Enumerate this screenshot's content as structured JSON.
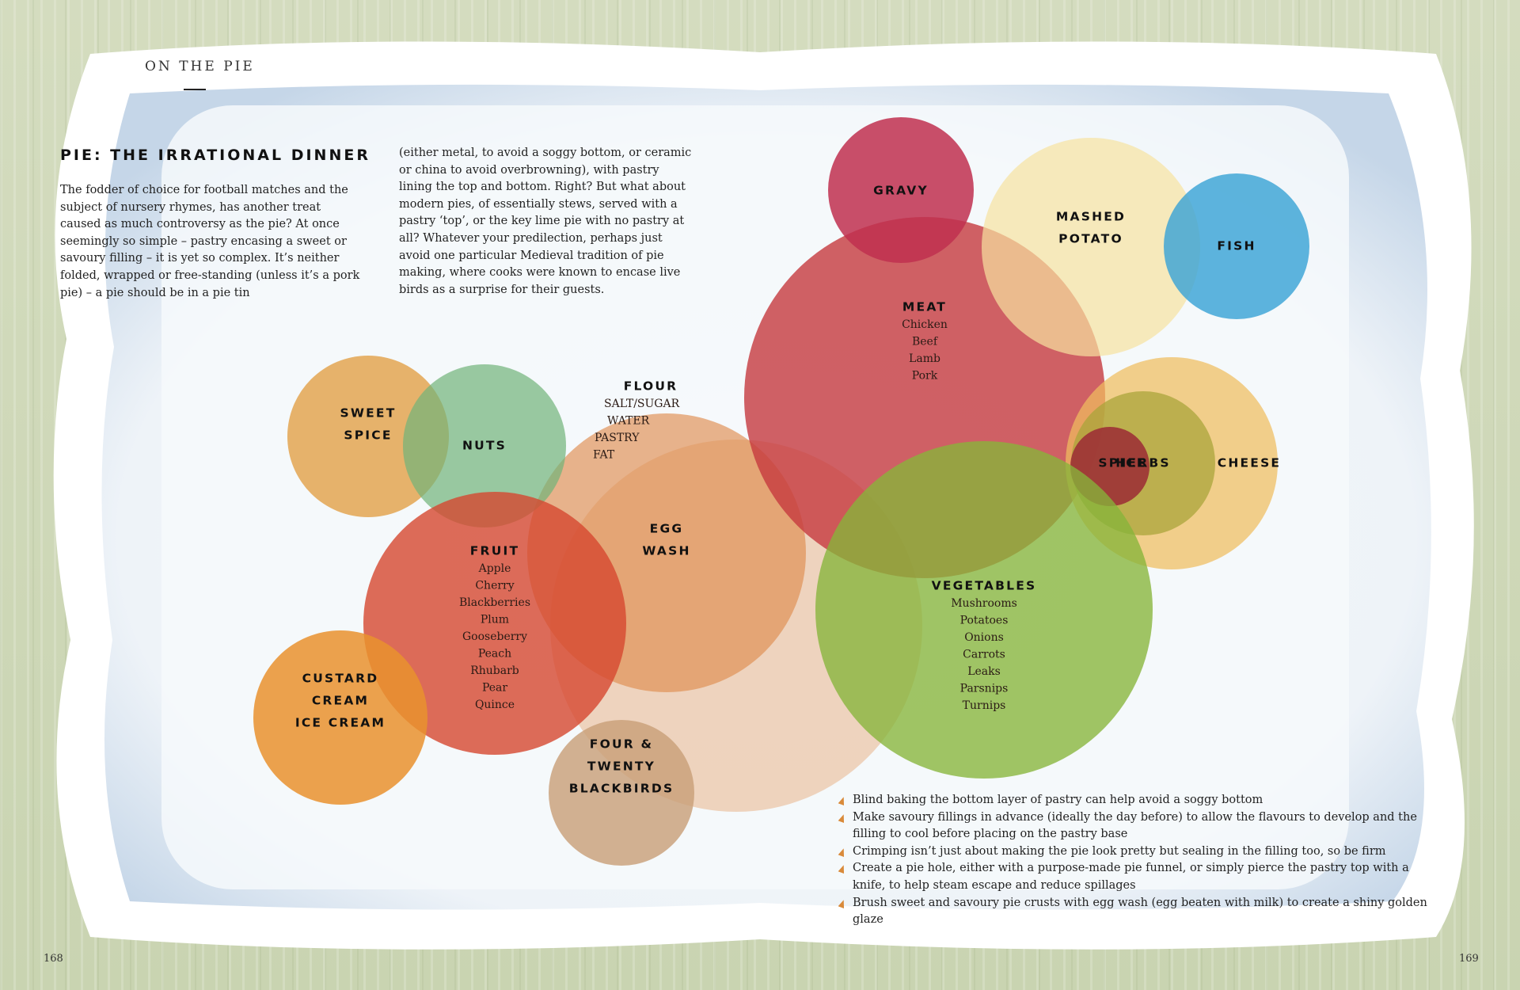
{
  "section": {
    "label": "ON THE PIE"
  },
  "article": {
    "heading": "PIE: THE IRRATIONAL DINNER",
    "intro_col1": "The fodder of choice for football matches and the subject of nursery rhymes, has another treat caused as much controversy as the pie? At once seemingly so simple – pastry encasing a sweet or savoury filling – it is yet so complex. It’s neither folded, wrapped or free-standing (unless it’s a pork pie) – a pie should be in a pie tin",
    "intro_col2": "(either metal, to avoid a soggy bottom, or ceramic or china to avoid overbrowning), with pastry lining the top and bottom. Right? But what about modern pies, of essentially stews, served with a pastry ‘top’, or the key lime pie with no pastry at all? Whatever your predilection, perhaps just avoid one particular Medieval tradition of pie making, where cooks were known to encase live birds as a surprise for their guests."
  },
  "diagram": {
    "circles": [
      {
        "id": "gravy",
        "color": "#c0304f",
        "title_lines": [
          "GRAVY"
        ],
        "items": []
      },
      {
        "id": "mashed-potato",
        "color": "#f6e3a0",
        "title_lines": [
          "MASHED",
          "POTATO"
        ],
        "items": []
      },
      {
        "id": "fish",
        "color": "#3aa3d6",
        "title_lines": [
          "FISH"
        ],
        "items": []
      },
      {
        "id": "meat",
        "color": "#c63a3f",
        "title_lines": [
          "MEAT"
        ],
        "items": [
          "Chicken",
          "Beef",
          "Lamb",
          "Pork"
        ]
      },
      {
        "id": "cheese",
        "color": "#f0bd5e",
        "title_lines": [
          "CHEESE"
        ],
        "items": []
      },
      {
        "id": "herbs",
        "color": "#a9a43a",
        "title_lines": [
          "HERBS"
        ],
        "items": []
      },
      {
        "id": "spice",
        "color": "#9b2a35",
        "title_lines": [
          "SPICE"
        ],
        "items": []
      },
      {
        "id": "flour",
        "color": "#e8b48a",
        "title_lines": [
          "FLOUR"
        ],
        "items": [
          "SALT/SUGAR",
          "WATER",
          "PASTRY",
          "FAT"
        ]
      },
      {
        "id": "egg-wash",
        "color": "#de8c4f",
        "title_lines": [
          "EGG",
          "WASH"
        ],
        "items": []
      },
      {
        "id": "sweet-spice",
        "color": "#e3a24a",
        "title_lines": [
          "SWEET",
          "SPICE"
        ],
        "items": []
      },
      {
        "id": "nuts",
        "color": "#71b479",
        "title_lines": [
          "NUTS"
        ],
        "items": []
      },
      {
        "id": "fruit",
        "color": "#d6472f",
        "title_lines": [
          "FRUIT"
        ],
        "items": [
          "Apple",
          "Cherry",
          "Blackberries",
          "Plum",
          "Gooseberry",
          "Peach",
          "Rhubarb",
          "Pear",
          "Quince"
        ]
      },
      {
        "id": "vegetables",
        "color": "#86b53a",
        "title_lines": [
          "VEGETABLES"
        ],
        "items": [
          "Mushrooms",
          "Potatoes",
          "Onions",
          "Carrots",
          "Leaks",
          "Parsnips",
          "Turnips"
        ]
      },
      {
        "id": "custard",
        "color": "#e9922e",
        "title_lines": [
          "CUSTARD",
          "CREAM",
          "ICE CREAM"
        ],
        "items": []
      },
      {
        "id": "blackbirds",
        "color": "#c9a079",
        "title_lines": [
          "FOUR &",
          "TWENTY",
          "BLACKBIRDS"
        ],
        "items": []
      }
    ]
  },
  "tips": [
    "Blind baking the bottom layer of pastry can help avoid a soggy bottom",
    "Make savoury fillings in advance (ideally the day before) to allow the flavours to develop and the filling to cool before placing on the pastry base",
    "Crimping isn’t just about making the pie look pretty but sealing in the filling too, so be firm",
    "Create a pie hole, either with a purpose-made pie funnel, or simply pierce the pastry top with a knife, to help steam escape and reduce spillages",
    "Brush sweet and savoury pie crusts with egg wash (egg beaten with milk) to create a shiny golden glaze"
  ],
  "page_numbers": {
    "left": "168",
    "right": "169"
  }
}
